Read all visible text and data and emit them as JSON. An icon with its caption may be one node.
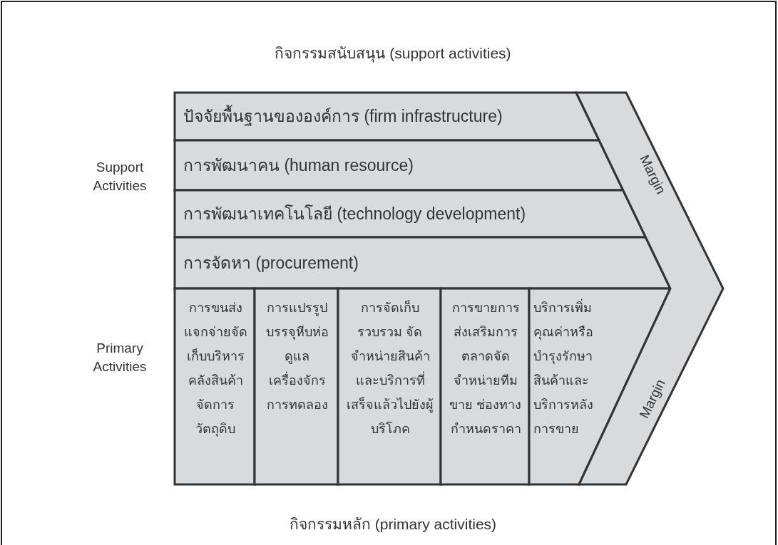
{
  "diagram": {
    "nodes": [
      {
        "text": [
          "ปัจจัยพื้นฐานขององค์การ (firm infrastructure)"
        ]
      },
      {
        "text": [
          "การพัฒนาคน (human resource)"
        ]
      },
      {
        "text": [
          "การพัฒนาเทคโนโลยี (technology development)"
        ]
      },
      {
        "text": [
          "การจัดหา (procurement)"
        ]
      },
      {
        "text": [
          "การขนส่งแจกจ่ายจัดเก็บบริหารคลังสินค้าจัดการวัตถุดิบ"
        ]
      },
      {
        "text": [
          "การแปรรูปบรรจุหีบห่อดูแลเครื่องจักรการทดลอง"
        ]
      },
      {
        "text": [
          "การจัดเก็บรวบรวม จัดจำหน่ายสินค้าและบริการที่เสร็จแล้วไปยังผู้บริโภค"
        ]
      },
      {
        "text": [
          "การขายการส่งเสริมการตลาดจัดจำหน่ายทีมขาย ช่องทางกำหนดราคา"
        ]
      },
      {
        "text": [
          "บริการเพิ่มคุณค่าหรือบำรุงรักษาสินค้าและบริการหลังการขาย"
        ]
      },
      {
        "text": [
          "Margin",
          "Margin"
        ]
      }
    ],
    "labels": [
      "กิจกรรมสนับสนุน (support activities)",
      "Support Activities",
      "Primary Activities",
      "กิจกรรมหลัก (primary activities)"
    ]
  }
}
